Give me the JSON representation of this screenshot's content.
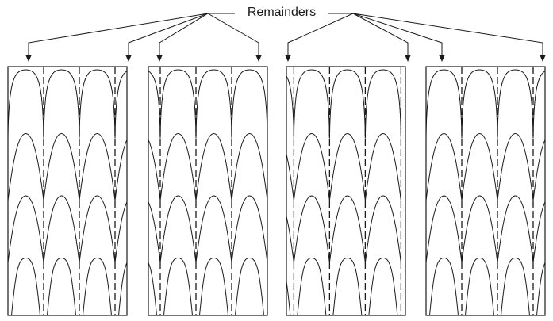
{
  "annotation": {
    "text": "Remainders"
  },
  "colors": {
    "stroke": "#1a1a1a",
    "background": "#ffffff"
  },
  "panels": [
    {
      "rows": [
        {
          "shape": "cap",
          "cuts": [
            0,
            0.48,
            0.96,
            1.44,
            1.6
          ]
        },
        {
          "shape": "peak",
          "cuts": [
            0,
            0.48,
            0.96,
            1.44,
            1.6
          ]
        },
        {
          "shape": "peak",
          "cuts": [
            0,
            0.48,
            0.96,
            1.44,
            1.6
          ]
        },
        {
          "shape": "bell",
          "cuts": [
            0,
            0.48,
            0.96,
            1.44,
            1.6
          ]
        }
      ],
      "dashed": [
        0.48,
        0.96,
        1.44
      ]
    },
    {
      "rows": [
        {
          "shape": "cap",
          "cuts": [
            0,
            0.16,
            0.64,
            1.12,
            1.6
          ]
        },
        {
          "shape": "peak",
          "cuts": [
            0,
            0.16,
            0.64,
            1.12,
            1.6
          ]
        },
        {
          "shape": "peak",
          "cuts": [
            0,
            0.16,
            0.64,
            1.12,
            1.6
          ]
        },
        {
          "shape": "bell",
          "cuts": [
            0,
            0.16,
            0.64,
            1.12,
            1.6
          ]
        }
      ],
      "dashed": [
        0.16,
        0.64,
        1.12
      ]
    },
    {
      "rows": [
        {
          "shape": "cap",
          "cuts": [
            0,
            0.1,
            0.58,
            1.06,
            1.54,
            1.6
          ]
        },
        {
          "shape": "peak",
          "cuts": [
            0,
            0.1,
            0.58,
            1.06,
            1.54,
            1.6
          ]
        },
        {
          "shape": "peak",
          "cuts": [
            0,
            0.1,
            0.58,
            1.06,
            1.54,
            1.6
          ]
        },
        {
          "shape": "bell",
          "cuts": [
            0,
            0.1,
            0.58,
            1.06,
            1.54,
            1.6
          ]
        }
      ],
      "dashed": [
        0.1,
        0.58,
        1.06,
        1.54
      ]
    },
    {
      "rows": [
        {
          "shape": "cap",
          "cuts": [
            0,
            0.48,
            0.96,
            1.44,
            1.6
          ]
        },
        {
          "shape": "peak",
          "cuts": [
            0,
            0.48,
            0.96,
            1.44,
            1.6
          ]
        },
        {
          "shape": "peak",
          "cuts": [
            0,
            0.48,
            0.96,
            1.44,
            1.6
          ]
        },
        {
          "shape": "bell",
          "cuts": [
            0,
            0.48,
            0.96,
            1.44,
            1.6
          ]
        }
      ],
      "dashed": [
        0.48,
        0.96,
        1.44
      ]
    }
  ]
}
